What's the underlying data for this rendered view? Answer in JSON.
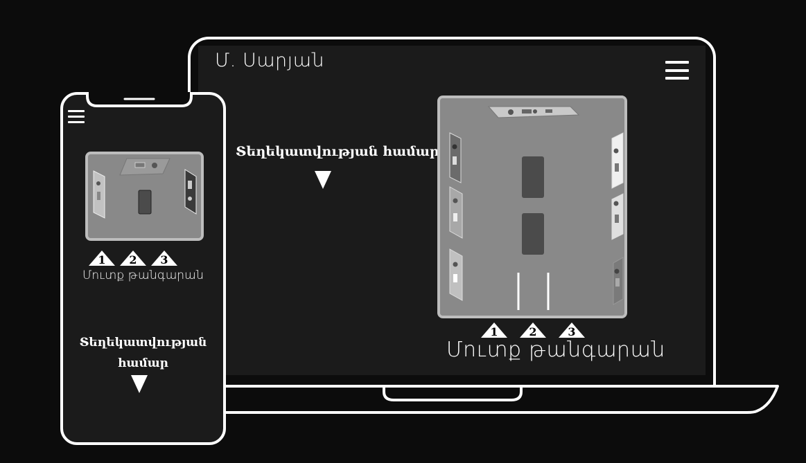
{
  "laptop": {
    "site_title": "Մ. Սարյան",
    "menu_icon": "hamburger-menu-icon",
    "info_text": "Տեղեկատվության համար",
    "room_numbers": [
      "1",
      "2",
      "3"
    ],
    "entrance_text": "Մուտք թանգարան"
  },
  "phone": {
    "menu_icon": "hamburger-menu-icon",
    "room_numbers": [
      "1",
      "2",
      "3"
    ],
    "entrance_text": "Մուտք թանգարան",
    "info_text": "Տեղեկատվության համար"
  },
  "colors": {
    "background": "#0c0c0c",
    "screen": "#1b1b1b",
    "frame": "#ffffff",
    "room_floor": "#878787",
    "room_border": "#bdbdbd"
  }
}
